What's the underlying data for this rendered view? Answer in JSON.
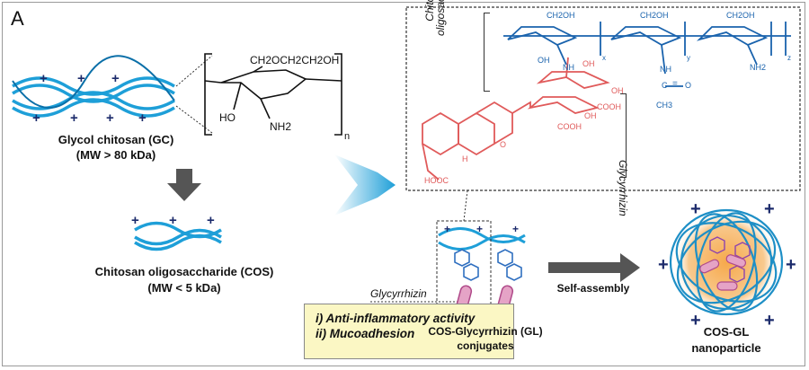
{
  "panel_label": "A",
  "glycol_chitosan": {
    "name": "Glycol chitosan (GC)",
    "mw": "(MW > 80 kDa)"
  },
  "cos": {
    "name": "Chitosan oligosaccharide (COS)",
    "mw": "(MW < 5 kDa)"
  },
  "properties": [
    "i) Anti-inflammatory activity",
    "ii) Mucoadhesion"
  ],
  "gc_structure": {
    "side_chain": "CH2OCH2CH2OH",
    "oh": "HO",
    "nh2": "NH2",
    "n": "n"
  },
  "detail_structure": {
    "chitosan_label_1": "Chitosan",
    "chitosan_label_2": "oligosaccharide",
    "glycyrrhizin_label": "Glycyrrhizin",
    "ch2oh": "CH2OH",
    "nh": "NH",
    "nh2": "NH2",
    "oh": "OH",
    "cooh": "COOH",
    "hooc": "HOOC",
    "ch3": "CH3",
    "x": "x",
    "y": "y",
    "z": "z",
    "h": "H",
    "o": "O",
    "c": "C",
    "eq": "="
  },
  "conjugate": {
    "glycyrrhizin_label": "Glycyrrhizin",
    "name_line1": "COS-Glycyrrhizin (GL)",
    "name_line2": "conjugates"
  },
  "self_assembly": "Self-assembly",
  "nanoparticle": {
    "line1": "COS-GL",
    "line2": "nanoparticle"
  },
  "plus": "+",
  "colors": {
    "helix": "#1e9fd8",
    "helix_dark": "#0a6fa8",
    "chem_blue": "#1a63ad",
    "glyc_red": "#e05a5a",
    "glyc_pink": "#e5a3c6",
    "box_fill": "#fbf7c4",
    "arrow_gray": "#555555",
    "plus": "#1b2a6b",
    "np_core": "#f6a94c"
  }
}
